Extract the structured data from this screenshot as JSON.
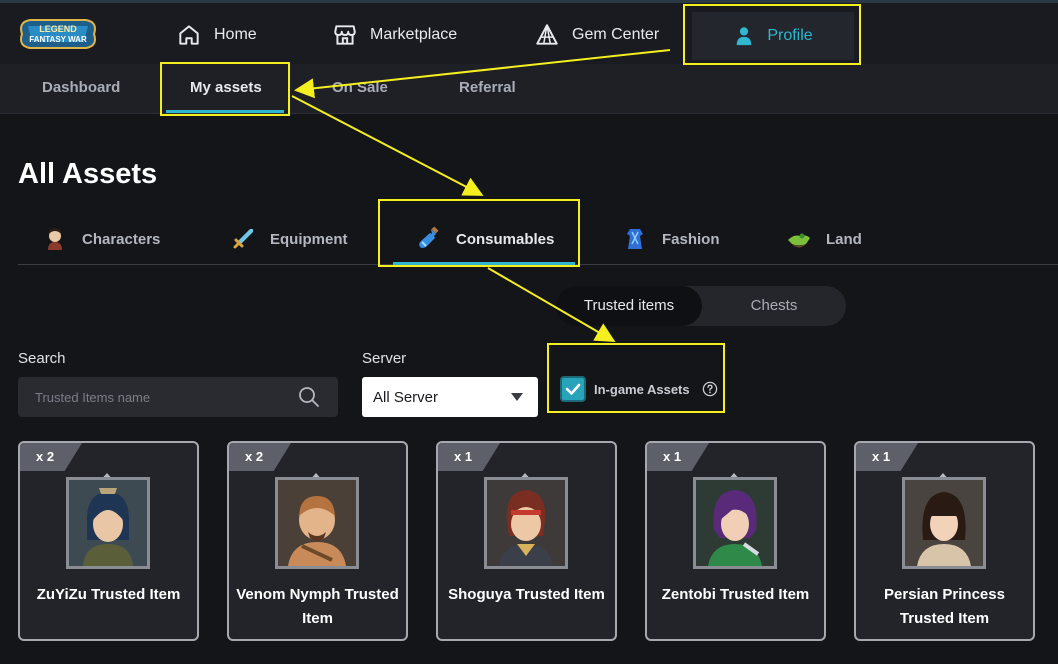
{
  "topnav": {
    "logo_text": "LEGEND FANTASY WAR",
    "items": [
      {
        "label": "Home",
        "icon": "home-icon"
      },
      {
        "label": "Marketplace",
        "icon": "store-icon"
      },
      {
        "label": "Gem Center",
        "icon": "gem-icon"
      },
      {
        "label": "Profile",
        "icon": "user-icon",
        "active": true
      }
    ]
  },
  "subnav": {
    "items": [
      {
        "label": "Dashboard"
      },
      {
        "label": "My assets",
        "active": true
      },
      {
        "label": "On Sale"
      },
      {
        "label": "Referral"
      }
    ]
  },
  "page": {
    "title": "All Assets"
  },
  "categories": [
    {
      "label": "Characters",
      "icon": "character-icon"
    },
    {
      "label": "Equipment",
      "icon": "sword-icon"
    },
    {
      "label": "Consumables",
      "icon": "potion-icon",
      "active": true
    },
    {
      "label": "Fashion",
      "icon": "fashion-icon"
    },
    {
      "label": "Land",
      "icon": "land-icon"
    }
  ],
  "toggle": {
    "options": [
      "Trusted items",
      "Chests"
    ],
    "selected": "Trusted items"
  },
  "filters": {
    "search_label": "Search",
    "search_placeholder": "Trusted Items name",
    "server_label": "Server",
    "server_value": "All Server",
    "ingame_label": "In-game Assets",
    "ingame_checked": true
  },
  "items": [
    {
      "qty": "x 2",
      "name": "ZuYiZu Trusted Item"
    },
    {
      "qty": "x 2",
      "name": "Venom Nymph Trusted Item"
    },
    {
      "qty": "x 1",
      "name": "Shoguya Trusted Item"
    },
    {
      "qty": "x 1",
      "name": "Zentobi Trusted Item"
    },
    {
      "qty": "x 1",
      "name": "Persian Princess Trusted Item"
    }
  ],
  "colors": {
    "accent": "#2fb7cf",
    "annotation": "#f4ef1f",
    "background": "#141519"
  }
}
